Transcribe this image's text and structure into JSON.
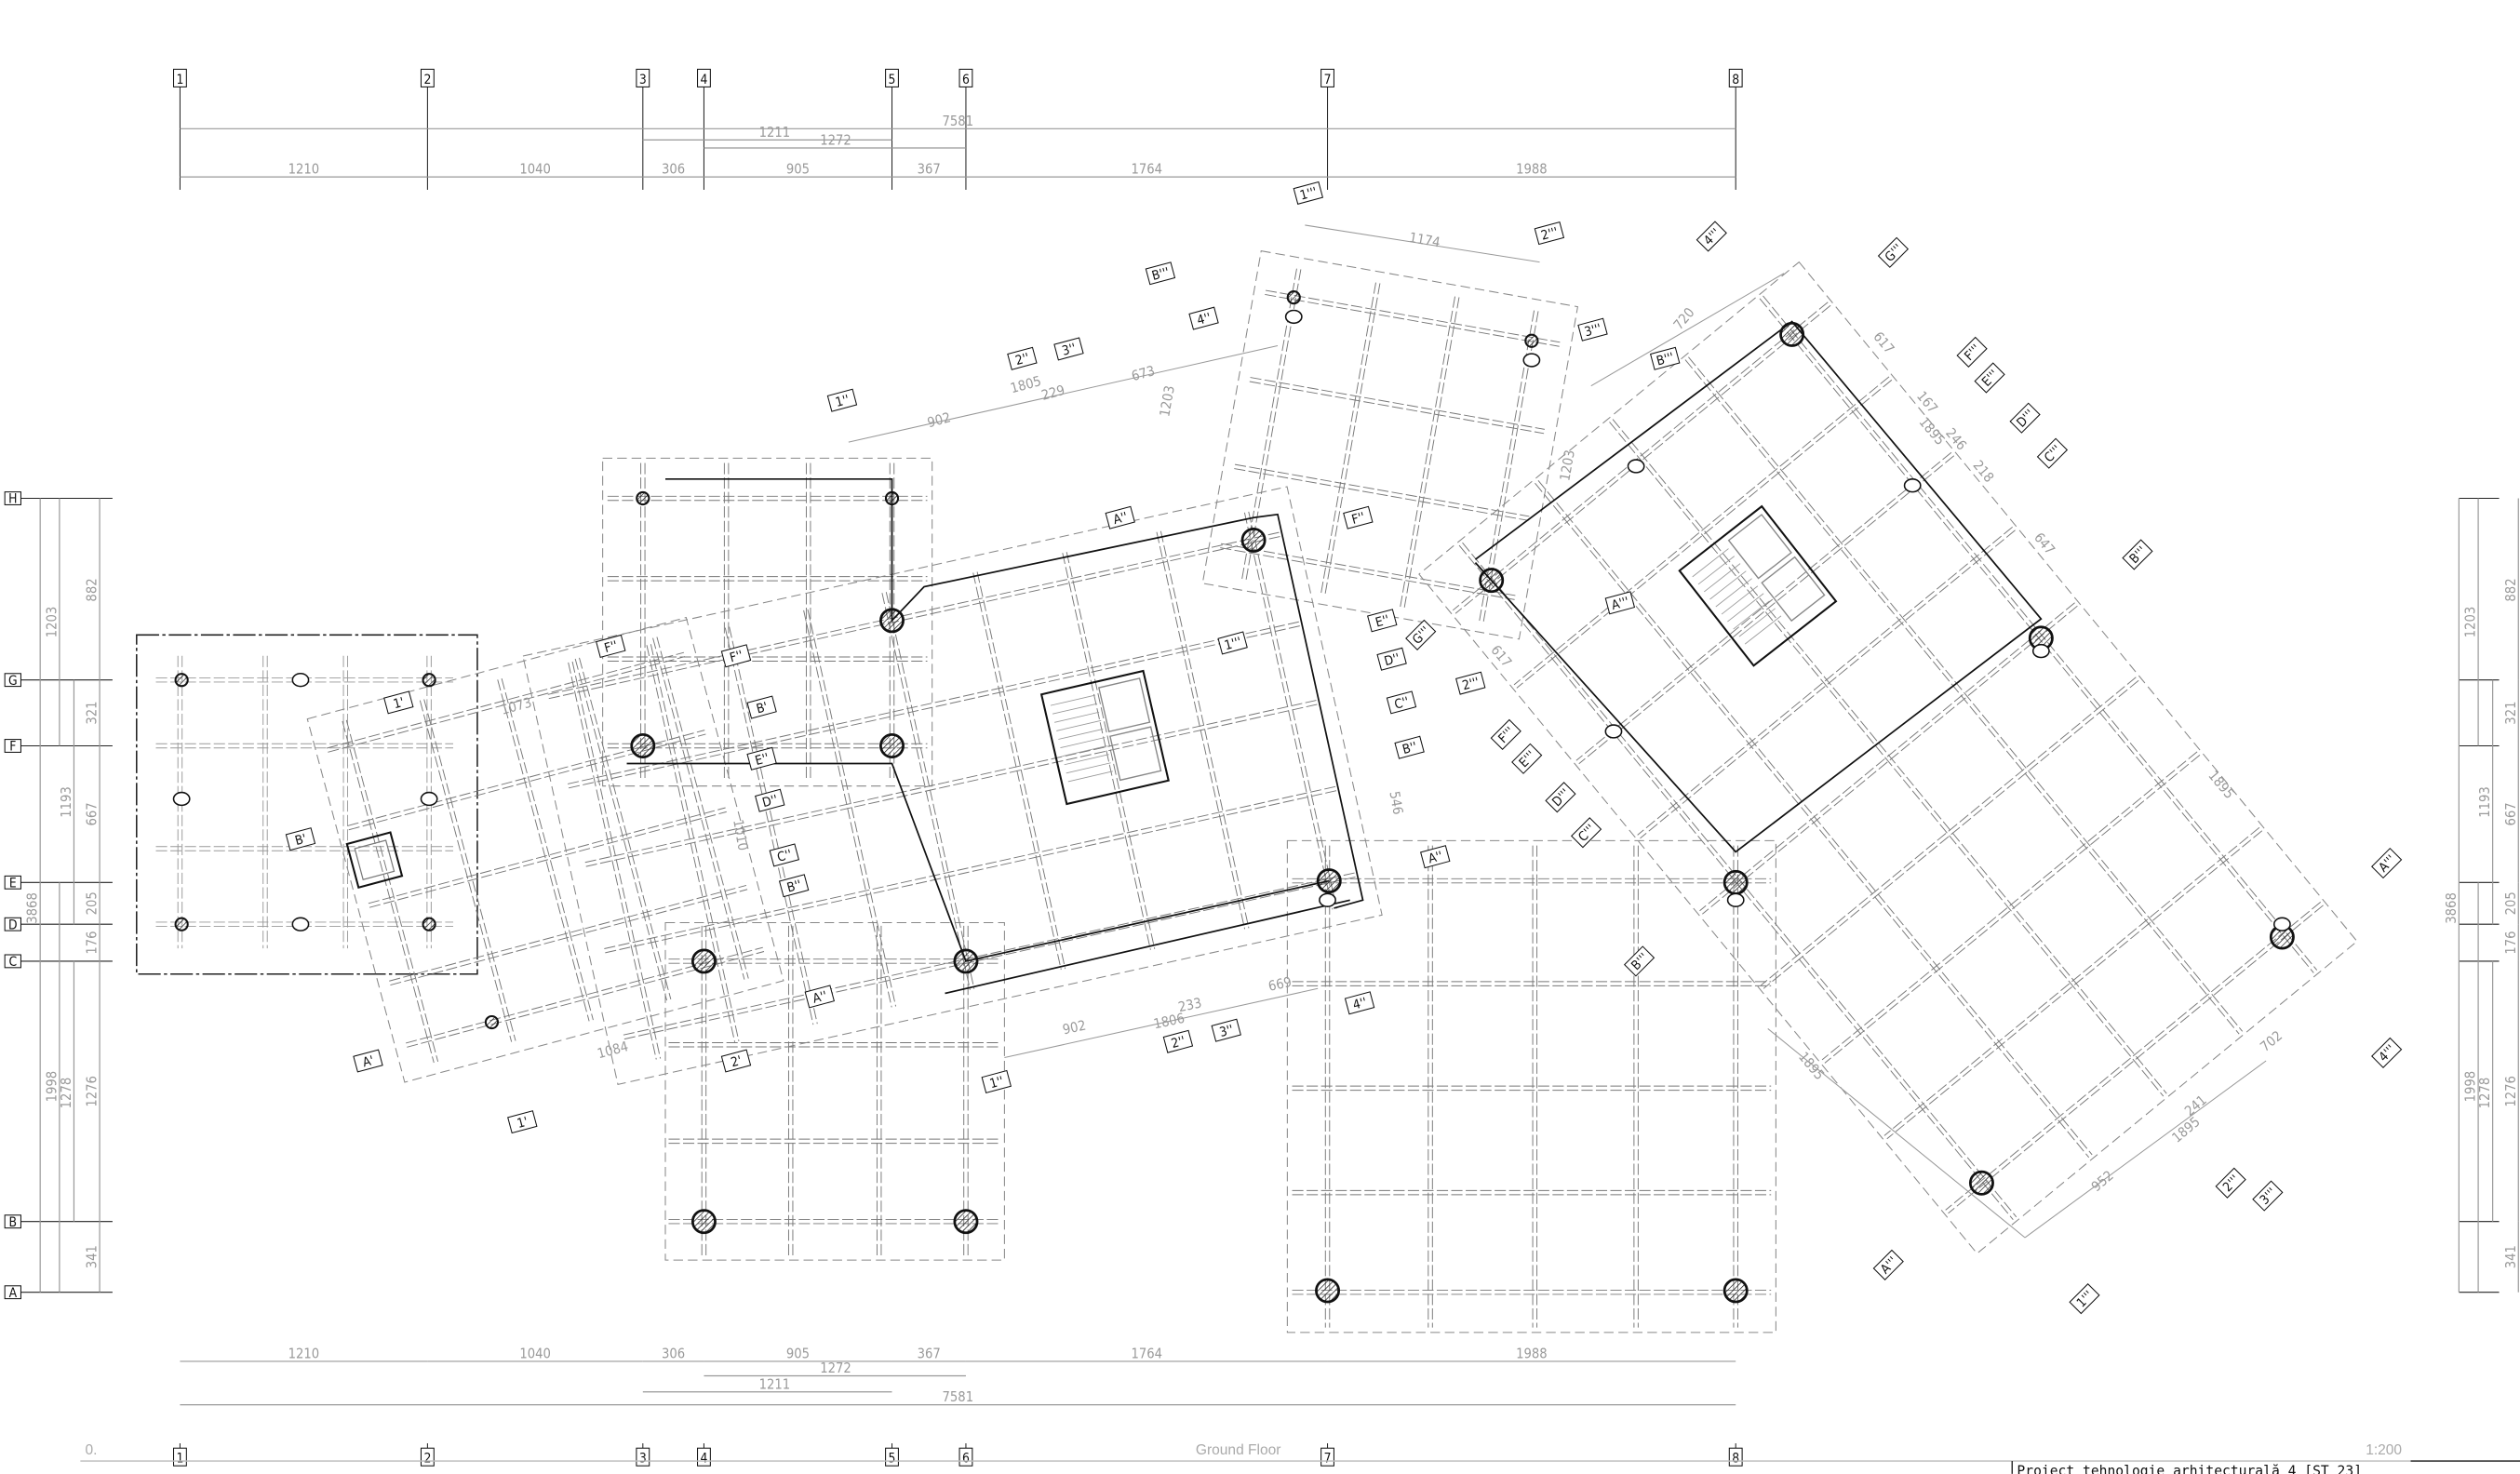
{
  "drawing": {
    "floor_name": "Ground Floor",
    "scale": "1:200",
    "level_prefix": "0.",
    "title_block": "Proiect tehnologie arhitecturală 4 [ST 23]"
  },
  "axes": {
    "columns": [
      "1",
      "2",
      "3",
      "4",
      "5",
      "6",
      "7",
      "8"
    ],
    "rows": [
      "H",
      "G",
      "F",
      "E",
      "D",
      "C",
      "B",
      "A"
    ]
  },
  "horizontal_dimensions": {
    "chain": [
      "1210",
      "1040",
      "306",
      "905",
      "367",
      "1764",
      "1988"
    ],
    "overall": "7581",
    "span_3_5": "1211",
    "span_4_6": "1272"
  },
  "vertical_dimensions": {
    "overall": "3868",
    "h_f": "1203",
    "e_a": "1998",
    "g_d": "1193",
    "c_b_1": "1278",
    "chain": [
      "882",
      "321",
      "667",
      "205",
      "176",
      "1276",
      "341"
    ]
  },
  "rotated_axis_labels": [
    "1'",
    "1'",
    "B'",
    "A'",
    "2'",
    "B'",
    "1''",
    "2''",
    "3''",
    "4''",
    "2''",
    "3''",
    "4''",
    "1''",
    "A''",
    "A''",
    "A''",
    "B''",
    "C''",
    "D''",
    "E''",
    "F''",
    "F''",
    "B''",
    "C''",
    "D''",
    "E''",
    "F''",
    "1'''",
    "2'''",
    "B'''",
    "A'''",
    "1'''",
    "2'''",
    "3'''",
    "B'''",
    "4'''",
    "G'''",
    "F'''",
    "E'''",
    "D'''",
    "C'''",
    "B'''",
    "A'''",
    "4'''",
    "3'''",
    "2'''",
    "1'''",
    "A'''",
    "B'''",
    "C'''",
    "D'''",
    "E'''",
    "F'''",
    "G'''"
  ],
  "rotated_dimensions": [
    "1073",
    "1084",
    "902",
    "1805",
    "229",
    "673",
    "1203",
    "902",
    "1806",
    "233",
    "669",
    "1174",
    "720",
    "617",
    "1895",
    "246",
    "218",
    "167",
    "647",
    "1895",
    "1895",
    "952",
    "1895",
    "241",
    "702",
    "617",
    "1203",
    "546",
    "1010"
  ]
}
